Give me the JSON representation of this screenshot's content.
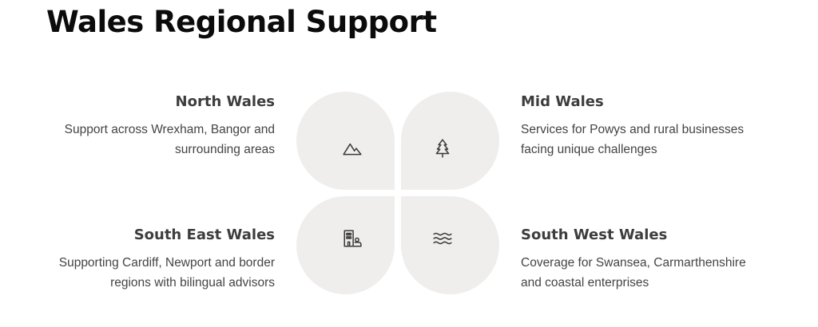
{
  "page": {
    "title": "Wales Regional Support"
  },
  "regions": [
    {
      "id": "north",
      "title": "North Wales",
      "description": "Support across Wrexham, Bangor and surrounding areas",
      "icon": "mountain-icon"
    },
    {
      "id": "mid",
      "title": "Mid Wales",
      "description": "Services for Powys and rural businesses facing unique challenges",
      "icon": "tree-icon"
    },
    {
      "id": "south-east",
      "title": "South East Wales",
      "description": "Supporting Cardiff, Newport and border regions with bilingual advisors",
      "icon": "building-icon"
    },
    {
      "id": "south-west",
      "title": "South West Wales",
      "description": "Coverage for Swansea, Carmarthenshire and coastal enterprises",
      "icon": "waves-icon"
    }
  ],
  "colors": {
    "petal": "#efeeec",
    "title": "#0b0b0b",
    "heading": "#3d3d3d",
    "body": "#444444",
    "icon": "#3a3a3a"
  }
}
